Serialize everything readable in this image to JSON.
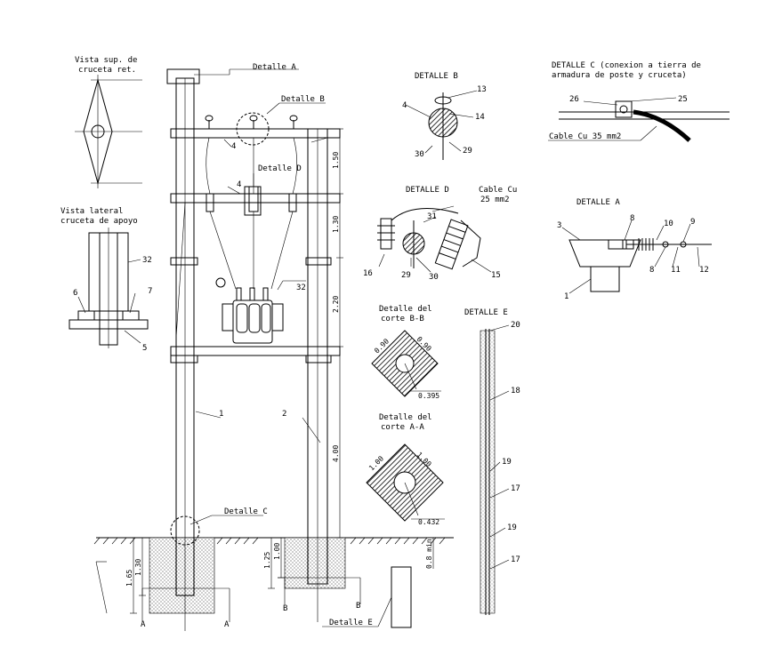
{
  "labels": {
    "vista_sup_1": "Vista sup. de",
    "vista_sup_2": "cruceta ret.",
    "vista_lat_1": "Vista lateral",
    "vista_lat_2": "cruceta de apoyo",
    "detalle_a_callout": "Detalle A",
    "detalle_b_callout": "Detalle B",
    "detalle_d_callout": "Detalle D",
    "detalle_c_callout": "Detalle C",
    "detalle_e_callout": "Detalle E",
    "detalle_b_title": "DETALLE B",
    "detalle_c_title_1": "DETALLE C (conexion a tierra de",
    "detalle_c_title_2": "armadura de poste y cruceta)",
    "cable_cu_35": "Cable Cu 35 mm2",
    "detalle_d_title": "DETALLE D",
    "cable_cu_25_1": "Cable Cu",
    "cable_cu_25_2": "25 mm2",
    "detalle_a_title": "DETALLE A",
    "corte_bb_1": "Detalle del",
    "corte_bb_2": "corte B-B",
    "corte_aa_1": "Detalle del",
    "corte_aa_2": "corte A-A",
    "detalle_e_title": "DETALLE E",
    "cut_a_left": "A",
    "cut_a_right": "A",
    "cut_b_left": "B",
    "cut_b_right": "B"
  },
  "dimensions": {
    "h_150": "1.50",
    "h_130": "1.30",
    "h_220": "2.20",
    "h_400": "4.00",
    "d_165": "1.65",
    "d_130": "1.30",
    "d_125": "1.25",
    "d_100": "1.00",
    "d_08min": "0.8 min",
    "bb_090a": "0.90",
    "bb_090b": "0.90",
    "bb_0395": "0.395",
    "aa_100a": "1.00",
    "aa_100b": "1.00",
    "aa_0432": "0.432"
  },
  "numbers": {
    "n1": "1",
    "n2": "2",
    "n4a": "4",
    "n4b": "4",
    "n32a": "32",
    "n32b": "32",
    "n6": "6",
    "n7": "7",
    "n5": "5",
    "b4": "4",
    "b13": "13",
    "b14": "14",
    "b29": "29",
    "b30": "30",
    "c26": "26",
    "c25": "25",
    "d31": "31",
    "d16": "16",
    "d29": "29",
    "d30": "30",
    "d15": "15",
    "a3": "3",
    "a8a": "8",
    "a10": "10",
    "a9": "9",
    "a8b": "8",
    "a11": "11",
    "a12": "12",
    "a1": "1",
    "e20": "20",
    "e18": "18",
    "e19a": "19",
    "e17a": "17",
    "e19b": "19",
    "e17b": "17"
  }
}
